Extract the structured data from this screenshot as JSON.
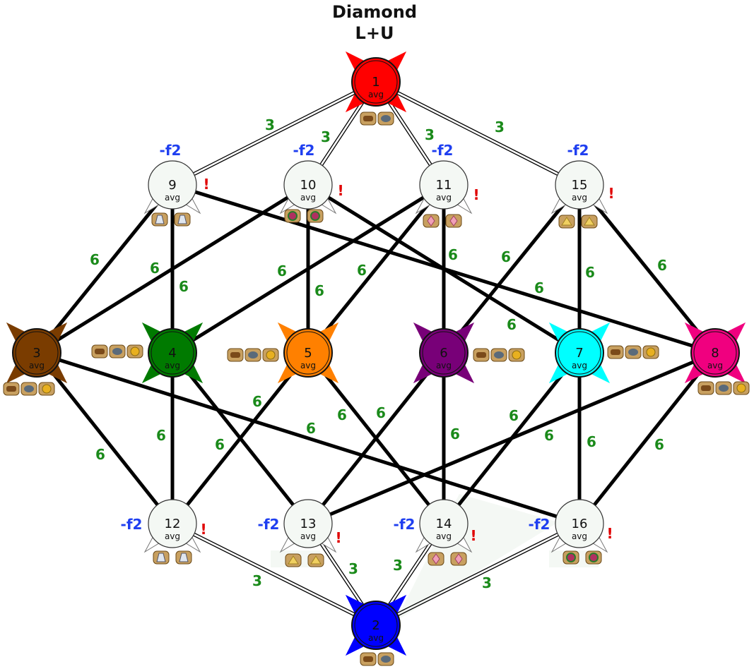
{
  "title": {
    "line1": "Diamond",
    "line2": "L+U"
  },
  "colors": {
    "weight": "#1a8a1a",
    "modifier": "#1f3ff0",
    "alert": "#e00000",
    "edge": "#000000",
    "minor_fill": "#f4f8f4"
  },
  "nodes": [
    {
      "id": "1",
      "sub": "avg",
      "fill": "#ff0000",
      "kind": "major",
      "resources": [
        "wood-icon",
        "ore-icon"
      ]
    },
    {
      "id": "2",
      "sub": "avg",
      "fill": "#0000ff",
      "kind": "major",
      "resources": [
        "wood-icon",
        "ore-icon"
      ]
    },
    {
      "id": "3",
      "sub": "avg",
      "fill": "#7a3c00",
      "kind": "major",
      "resources": [
        "wood-icon",
        "ore-icon",
        "gold-icon"
      ]
    },
    {
      "id": "4",
      "sub": "avg",
      "fill": "#007a00",
      "kind": "major",
      "resources": [
        "wood-icon",
        "ore-icon",
        "gold-icon"
      ]
    },
    {
      "id": "5",
      "sub": "avg",
      "fill": "#ff8000",
      "kind": "major",
      "resources": [
        "wood-icon",
        "ore-icon",
        "gold-icon"
      ]
    },
    {
      "id": "6",
      "sub": "avg",
      "fill": "#780078",
      "kind": "major",
      "resources": [
        "wood-icon",
        "ore-icon",
        "gold-icon"
      ]
    },
    {
      "id": "7",
      "sub": "avg",
      "fill": "#00ffff",
      "kind": "major",
      "resources": [
        "wood-icon",
        "ore-icon",
        "gold-icon"
      ]
    },
    {
      "id": "8",
      "sub": "avg",
      "fill": "#f0007f",
      "kind": "major",
      "resources": [
        "wood-icon",
        "ore-icon",
        "gold-icon"
      ]
    },
    {
      "id": "9",
      "sub": "avg",
      "kind": "minor",
      "modifier": "-f2",
      "alert": "!",
      "resources": [
        "mercury-icon",
        "mercury-icon"
      ]
    },
    {
      "id": "10",
      "sub": "avg",
      "kind": "minor",
      "modifier": "-f2",
      "alert": "!",
      "resources": [
        "gems-icon",
        "gems-icon"
      ]
    },
    {
      "id": "11",
      "sub": "avg",
      "kind": "minor",
      "modifier": "-f2",
      "alert": "!",
      "resources": [
        "crystal-icon",
        "crystal-icon"
      ]
    },
    {
      "id": "15",
      "sub": "avg",
      "kind": "minor",
      "modifier": "-f2",
      "alert": "!",
      "resources": [
        "sulfur-icon",
        "sulfur-icon"
      ]
    },
    {
      "id": "12",
      "sub": "avg",
      "kind": "minor",
      "modifier": "-f2",
      "alert": "!",
      "resources": [
        "mercury-icon",
        "mercury-icon"
      ]
    },
    {
      "id": "13",
      "sub": "avg",
      "kind": "minor",
      "modifier": "-f2",
      "alert": "!",
      "resources": [
        "sulfur-icon",
        "sulfur-icon"
      ]
    },
    {
      "id": "14",
      "sub": "avg",
      "kind": "minor",
      "modifier": "-f2",
      "alert": "!",
      "resources": [
        "crystal-icon",
        "crystal-icon"
      ]
    },
    {
      "id": "16",
      "sub": "avg",
      "kind": "minor",
      "modifier": "-f2",
      "alert": "!",
      "resources": [
        "gems-icon",
        "gems-icon"
      ]
    }
  ],
  "edges": [
    {
      "from": "1",
      "to": "9",
      "weight": "3",
      "style": "double"
    },
    {
      "from": "1",
      "to": "10",
      "weight": "3",
      "style": "double"
    },
    {
      "from": "1",
      "to": "11",
      "weight": "3",
      "style": "double"
    },
    {
      "from": "1",
      "to": "15",
      "weight": "3",
      "style": "double"
    },
    {
      "from": "2",
      "to": "12",
      "weight": "3",
      "style": "double"
    },
    {
      "from": "2",
      "to": "13",
      "weight": "3",
      "style": "double"
    },
    {
      "from": "2",
      "to": "14",
      "weight": "3",
      "style": "double"
    },
    {
      "from": "2",
      "to": "16",
      "weight": "3",
      "style": "double"
    },
    {
      "from": "9",
      "to": "3",
      "weight": "6",
      "style": "thick"
    },
    {
      "from": "9",
      "to": "4",
      "weight": "6",
      "style": "thick"
    },
    {
      "from": "9",
      "to": "8",
      "weight": "6",
      "style": "thick"
    },
    {
      "from": "10",
      "to": "3",
      "weight": "6",
      "style": "thick"
    },
    {
      "from": "10",
      "to": "5",
      "weight": "6",
      "style": "thick"
    },
    {
      "from": "10",
      "to": "7",
      "weight": "6",
      "style": "thick"
    },
    {
      "from": "11",
      "to": "4",
      "weight": "6",
      "style": "thick"
    },
    {
      "from": "11",
      "to": "5",
      "weight": "6",
      "style": "thick"
    },
    {
      "from": "11",
      "to": "6",
      "weight": "6",
      "style": "thick"
    },
    {
      "from": "15",
      "to": "6",
      "weight": "6",
      "style": "thick"
    },
    {
      "from": "15",
      "to": "7",
      "weight": "6",
      "style": "thick"
    },
    {
      "from": "15",
      "to": "8",
      "weight": "6",
      "style": "thick"
    },
    {
      "from": "12",
      "to": "3",
      "weight": "6",
      "style": "thick"
    },
    {
      "from": "12",
      "to": "4",
      "weight": "6",
      "style": "thick"
    },
    {
      "from": "12",
      "to": "5",
      "weight": "6",
      "style": "thick"
    },
    {
      "from": "13",
      "to": "4",
      "weight": "6",
      "style": "thick"
    },
    {
      "from": "13",
      "to": "6",
      "weight": "6",
      "style": "thick"
    },
    {
      "from": "13",
      "to": "8",
      "weight": "6",
      "style": "thick"
    },
    {
      "from": "14",
      "to": "5",
      "weight": "6",
      "style": "thick"
    },
    {
      "from": "14",
      "to": "6",
      "weight": "6",
      "style": "thick"
    },
    {
      "from": "14",
      "to": "7",
      "weight": "6",
      "style": "thick"
    },
    {
      "from": "16",
      "to": "3",
      "weight": "6",
      "style": "thick"
    },
    {
      "from": "16",
      "to": "7",
      "weight": "6",
      "style": "thick"
    },
    {
      "from": "16",
      "to": "8",
      "weight": "6",
      "style": "thick"
    }
  ]
}
